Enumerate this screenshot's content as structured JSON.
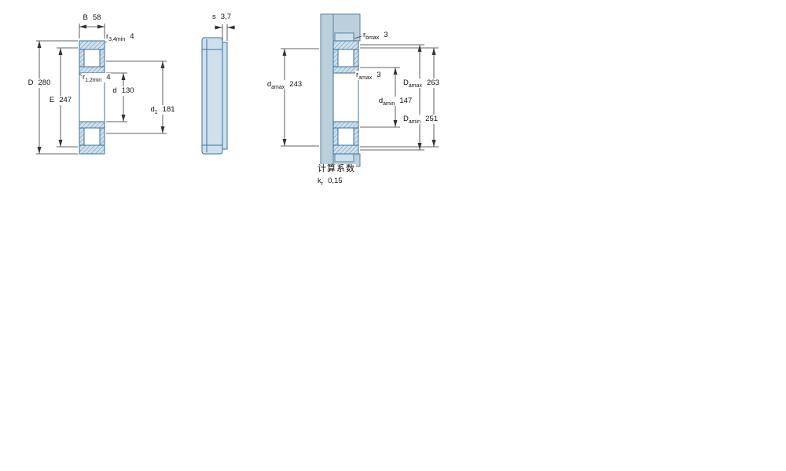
{
  "colors": {
    "part_fill": "#cfe0ec",
    "part_outline": "#3a72a0",
    "housing_fill": "#bcd0dc",
    "dimension_line": "#333333",
    "text": "#111111",
    "background": "#ffffff"
  },
  "views": {
    "front_section": {
      "dims": {
        "B": {
          "base": "B",
          "sub": "",
          "value": "58"
        },
        "r34": {
          "base": "r",
          "sub": "3,4min",
          "value": "4"
        },
        "D": {
          "base": "D",
          "sub": "",
          "value": "280"
        },
        "E": {
          "base": "E",
          "sub": "",
          "value": "247"
        },
        "r12": {
          "base": "r",
          "sub": "1,2min",
          "value": "4"
        },
        "d": {
          "base": "d",
          "sub": "",
          "value": "130"
        },
        "d1": {
          "base": "d",
          "sub": "1",
          "value": "181"
        }
      }
    },
    "side_view": {
      "dims": {
        "s": {
          "base": "s",
          "sub": "",
          "value": "3,7"
        }
      }
    },
    "mounting": {
      "dims": {
        "rb": {
          "base": "r",
          "sub": "bmax",
          "value": "3"
        },
        "ra": {
          "base": "r",
          "sub": "amax",
          "value": "3"
        },
        "damax": {
          "base": "d",
          "sub": "amax",
          "value": "243"
        },
        "damin": {
          "base": "d",
          "sub": "amin",
          "value": "147"
        },
        "Damax": {
          "base": "D",
          "sub": "amax",
          "value": "263"
        },
        "Damin": {
          "base": "D",
          "sub": "amin",
          "value": "251"
        }
      }
    }
  },
  "notes": {
    "calc_title": "计算系数",
    "kr": {
      "base": "k",
      "sub": "r",
      "value": "0,15"
    }
  }
}
